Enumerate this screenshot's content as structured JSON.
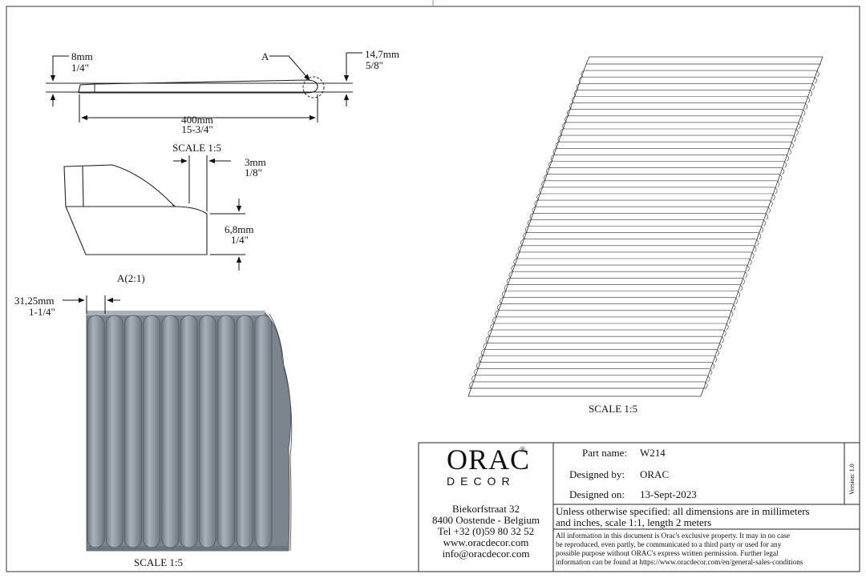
{
  "top_view": {
    "height_left_mm": "8mm",
    "height_left_in": "1/4\"",
    "height_right_mm": "14,7mm",
    "height_right_in": "5/8\"",
    "detail_marker": "A",
    "width_mm": "400mm",
    "width_in": "15-3/4\"",
    "scale": "SCALE  1:5"
  },
  "detail": {
    "tip_mm": "3mm",
    "tip_in": "1/8\"",
    "height_mm": "6,8mm",
    "height_in": "1/4\"",
    "caption": "A(2:1)"
  },
  "front_view": {
    "pitch_mm": "31,25mm",
    "pitch_in": "1-1/4\"",
    "scale": "SCALE  1:5",
    "flute_color": "#8f9aa3"
  },
  "iso_view": {
    "scale": "SCALE  1:5"
  },
  "title_block": {
    "logo_word": "ORAC",
    "logo_mark": "®",
    "logo_sub": "DECOR",
    "address_line1": "Biekorfstraat 32",
    "address_line2": "8400 Oostende - Belgium",
    "address_line3": "Tel  +32 (0)59 80 32 52",
    "address_line4": "www.oracdecor.com",
    "address_line5": "info@oracdecor.com",
    "part_name_label": "Part name:",
    "part_name_value": "W214",
    "designed_by_label": "Designed by:",
    "designed_by_value": "ORAC",
    "designed_on_label": "Designed on:",
    "designed_on_value": "13-Sept-2023",
    "spec_line1": "Unless otherwise specified: all dimensions are in millimeters",
    "spec_line2": "and inches, scale 1:1, length 2 meters",
    "legal_line1": "All information in this document is Orac's exclusive property.  It may in no case",
    "legal_line2": "be reproduced, even partly, be communicated to a third party or used for any",
    "legal_line3": "possible purpose without ORAC's express written permission. Further legal",
    "legal_line4": "information can be found at https://www.oracdecor.com/en/general-sales-conditions",
    "version": "Version: 1.0"
  }
}
